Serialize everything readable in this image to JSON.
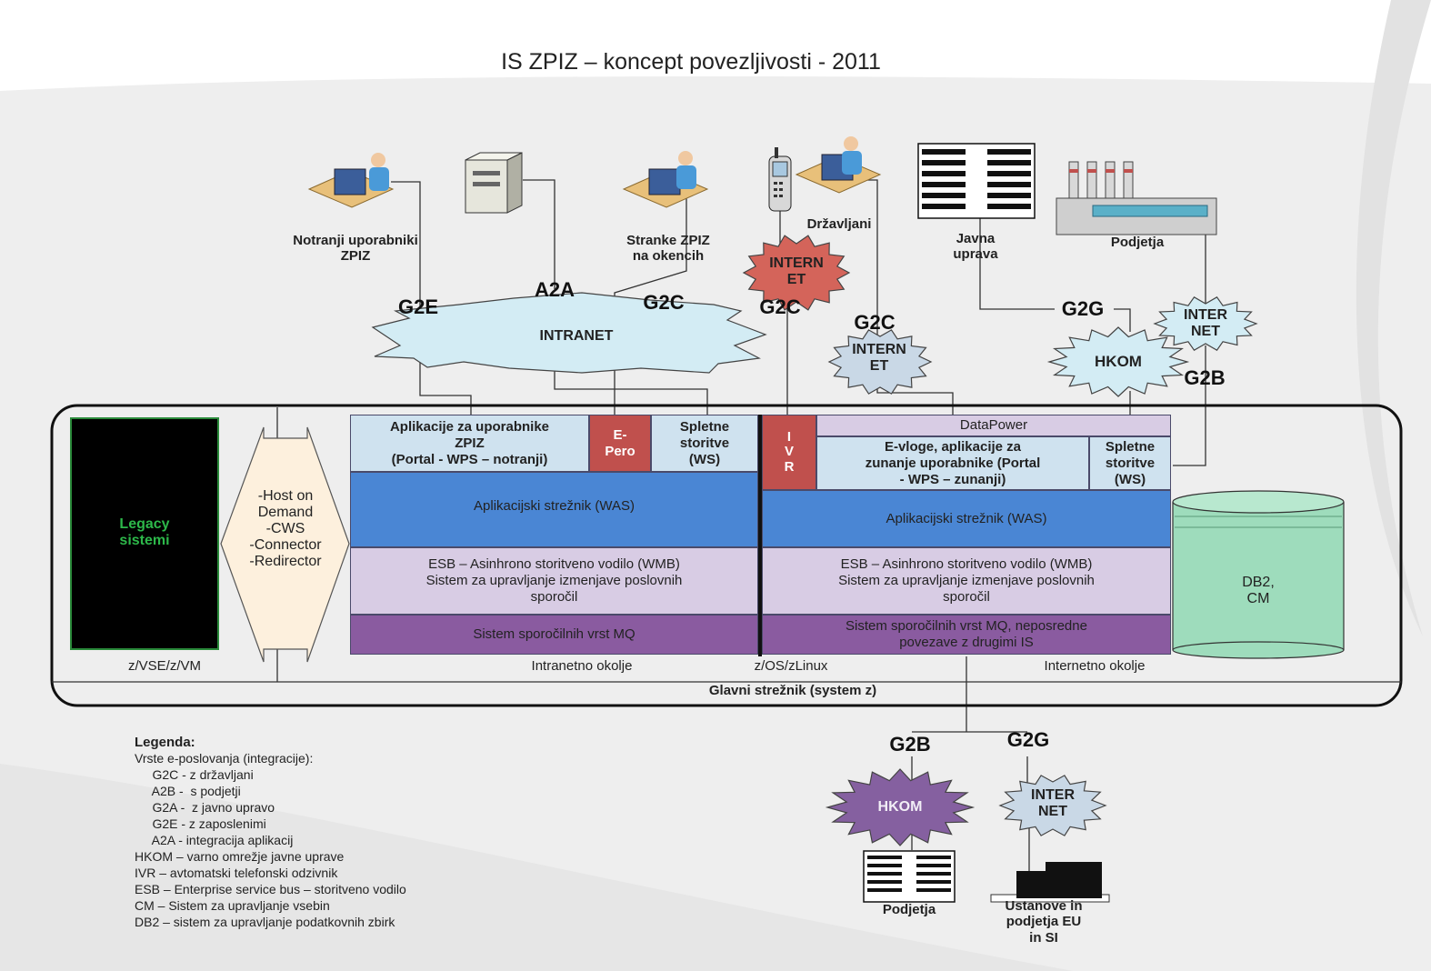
{
  "title": "IS ZPIZ – koncept povezljivosti - 2011",
  "actors": {
    "internal_users": "Notranji uporabniki\nZPIZ",
    "counter_clients": "Stranke ZPIZ\nna okencih",
    "citizens": "Državljani",
    "public_admin": "Javna\nuprava",
    "companies": "Podjetja"
  },
  "connectors": {
    "g2e": "G2E",
    "a2a": "A2A",
    "g2c_counter": "G2C",
    "g2c_ivr": "G2C",
    "g2c_web": "G2C",
    "g2g_top": "G2G",
    "g2b_top": "G2B",
    "g2b_bottom": "G2B",
    "g2g_bottom": "G2G"
  },
  "networks": {
    "intranet": "INTRANET",
    "internet_ivr": "INTERN\nET",
    "internet_web": "INTERN\nET",
    "hkom_top": "HKOM",
    "internet_top": "INTER\nNET",
    "hkom_bottom": "HKOM",
    "internet_bottom": "INTER\nNET"
  },
  "mainframe": {
    "legacy": "Legacy\nsistemi",
    "host_on_demand": "-Host on\nDemand\n-CWS\n-Connector\n-Redirector",
    "apps_internal": "Aplikacije za uporabnike\nZPIZ\n(Portal - WPS – notranji)",
    "epero": "E-\nPero",
    "ws_internal": "Spletne\nstoritve\n(WS)",
    "ivr": "I\nV\nR",
    "datapower": "DataPower",
    "apps_external": "E-vloge, aplikacije za\nzunanje uporabnike  (Portal\n- WPS – zunanji)",
    "ws_external": "Spletne\nstoritve\n(WS)",
    "was_internal": "Aplikacijski strežnik (WAS)",
    "was_external": "Aplikacijski strežnik (WAS)",
    "esb_internal": "ESB – Asinhrono storitveno vodilo (WMB)\nSistem za upravljanje izmenjave poslovnih\nsporočil",
    "esb_external": "ESB – Asinhrono storitveno vodilo (WMB)\nSistem za upravljanje izmenjave poslovnih\nsporočil",
    "mq_internal": "Sistem sporočilnih vrst MQ",
    "mq_external": "Sistem sporočilnih vrst MQ, neposredne\npovezave z drugimi IS",
    "db2": "DB2,\nCM",
    "zvse": "z/VSE/z/VM",
    "intranet_env": "Intranetno okolje",
    "zos": "z/OS/zLinux",
    "internet_env": "Internetno okolje",
    "main_server": "Glavni strežnik (system z)"
  },
  "bottom": {
    "companies": "Podjetja",
    "institutions": "Ustanove in\npodjetja EU\nin SI"
  },
  "legend": {
    "heading": "Legenda:",
    "lines": [
      "Vrste e-poslovanja (integracije):",
      "     G2C - z državljani",
      "     A2B -  s podjetji",
      "     G2A -  z javno upravo",
      "     G2E - z zaposlenimi",
      "     A2A - integracija aplikacij",
      "HKOM – varno omrežje javne uprave",
      "IVR – avtomatski telefonski odzivnik",
      "ESB – Enterprise service bus – storitveno vodilo",
      "CM – Sistem za upravljanje vsebin",
      "DB2 – sistem za upravljanje podatkovnih zbirk"
    ]
  },
  "colors": {
    "blue": "#4a86d4",
    "light_blue": "#cfe2ef",
    "lavender": "#d8cce4",
    "purple": "#8a5ba0",
    "red": "#c0504d",
    "green": "#9edcbc",
    "cloud": "#d3ecf4",
    "internet_red": "#d4645a",
    "internet_grey": "#c9d8e6",
    "hkom_purple": "#8560a0"
  }
}
